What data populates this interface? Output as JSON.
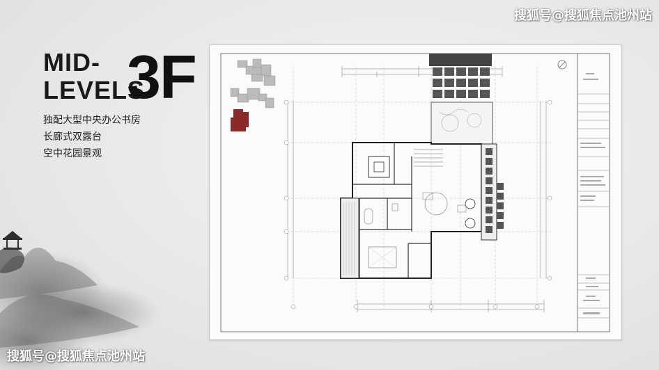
{
  "watermark": "搜狐号@搜狐焦点池州站",
  "heading": {
    "line1": "MID-",
    "line2": "LEVELS",
    "floor": "3F"
  },
  "features": [
    "独配大型中央办公书房",
    "长廊式双露台",
    "空中花园景观"
  ],
  "colors": {
    "background": "#e9ebea",
    "heading": "#111111",
    "plan_highlight": "#8a2a2a"
  },
  "icons": {
    "ink_landscape": "ink-mountain-pavilion-illustration",
    "north_arrow": "north-arrow-icon"
  }
}
